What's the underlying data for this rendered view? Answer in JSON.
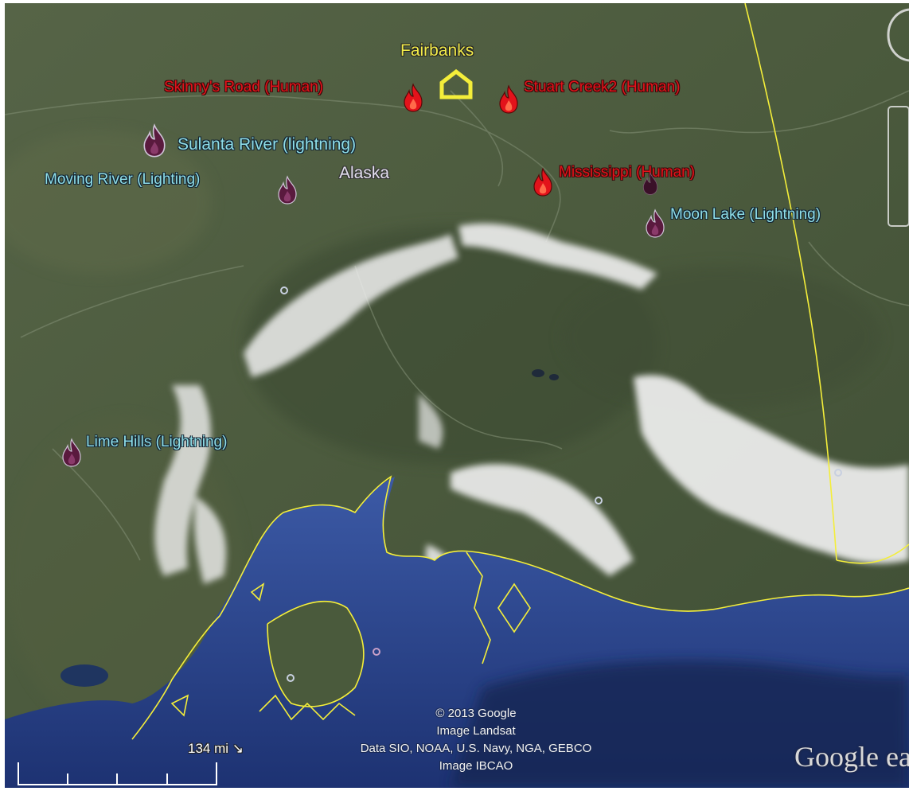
{
  "map": {
    "region_label": "Alaska",
    "city": {
      "name": "Fairbanks",
      "icon": "house-icon"
    },
    "fires": [
      {
        "id": "skinnys-road",
        "label": "Skinny's Road (Human)",
        "cause": "human",
        "icon": "fire-icon"
      },
      {
        "id": "stuart-creek2",
        "label": "Stuart Creek2 (Human)",
        "cause": "human",
        "icon": "fire-icon"
      },
      {
        "id": "mississippi",
        "label": "Mississippi (Human)",
        "cause": "human",
        "icon": "fire-icon"
      },
      {
        "id": "sulanta-river",
        "label": "Sulanta River (lightning)",
        "cause": "lightning",
        "icon": "fire-icon"
      },
      {
        "id": "moving-river",
        "label": "Moving River (Lighting)",
        "cause": "lightning",
        "icon": "fire-icon"
      },
      {
        "id": "moon-lake",
        "label": "Moon Lake (Lightning)",
        "cause": "lightning",
        "icon": "fire-icon"
      },
      {
        "id": "lime-hills",
        "label": "Lime Hills (Lightning)",
        "cause": "lightning",
        "icon": "fire-icon"
      }
    ],
    "scale": {
      "label": "134 mi"
    },
    "attribution": [
      "© 2013 Google",
      "Image Landsat",
      "Data SIO, NOAA, U.S. Navy, NGA, GEBCO",
      "Image IBCAO"
    ],
    "logo": "Google ea",
    "colors": {
      "human_fire": "#e3131b",
      "lightning_fire": "#6b1e4a",
      "human_label": "#e3131b",
      "lightning_label": "#8fdfe8",
      "city": "#f2ec4a",
      "border": "#f4ee3a",
      "water": "#2e4f9a",
      "land": "#4a5a3c",
      "snow": "#f2f2f2"
    }
  }
}
